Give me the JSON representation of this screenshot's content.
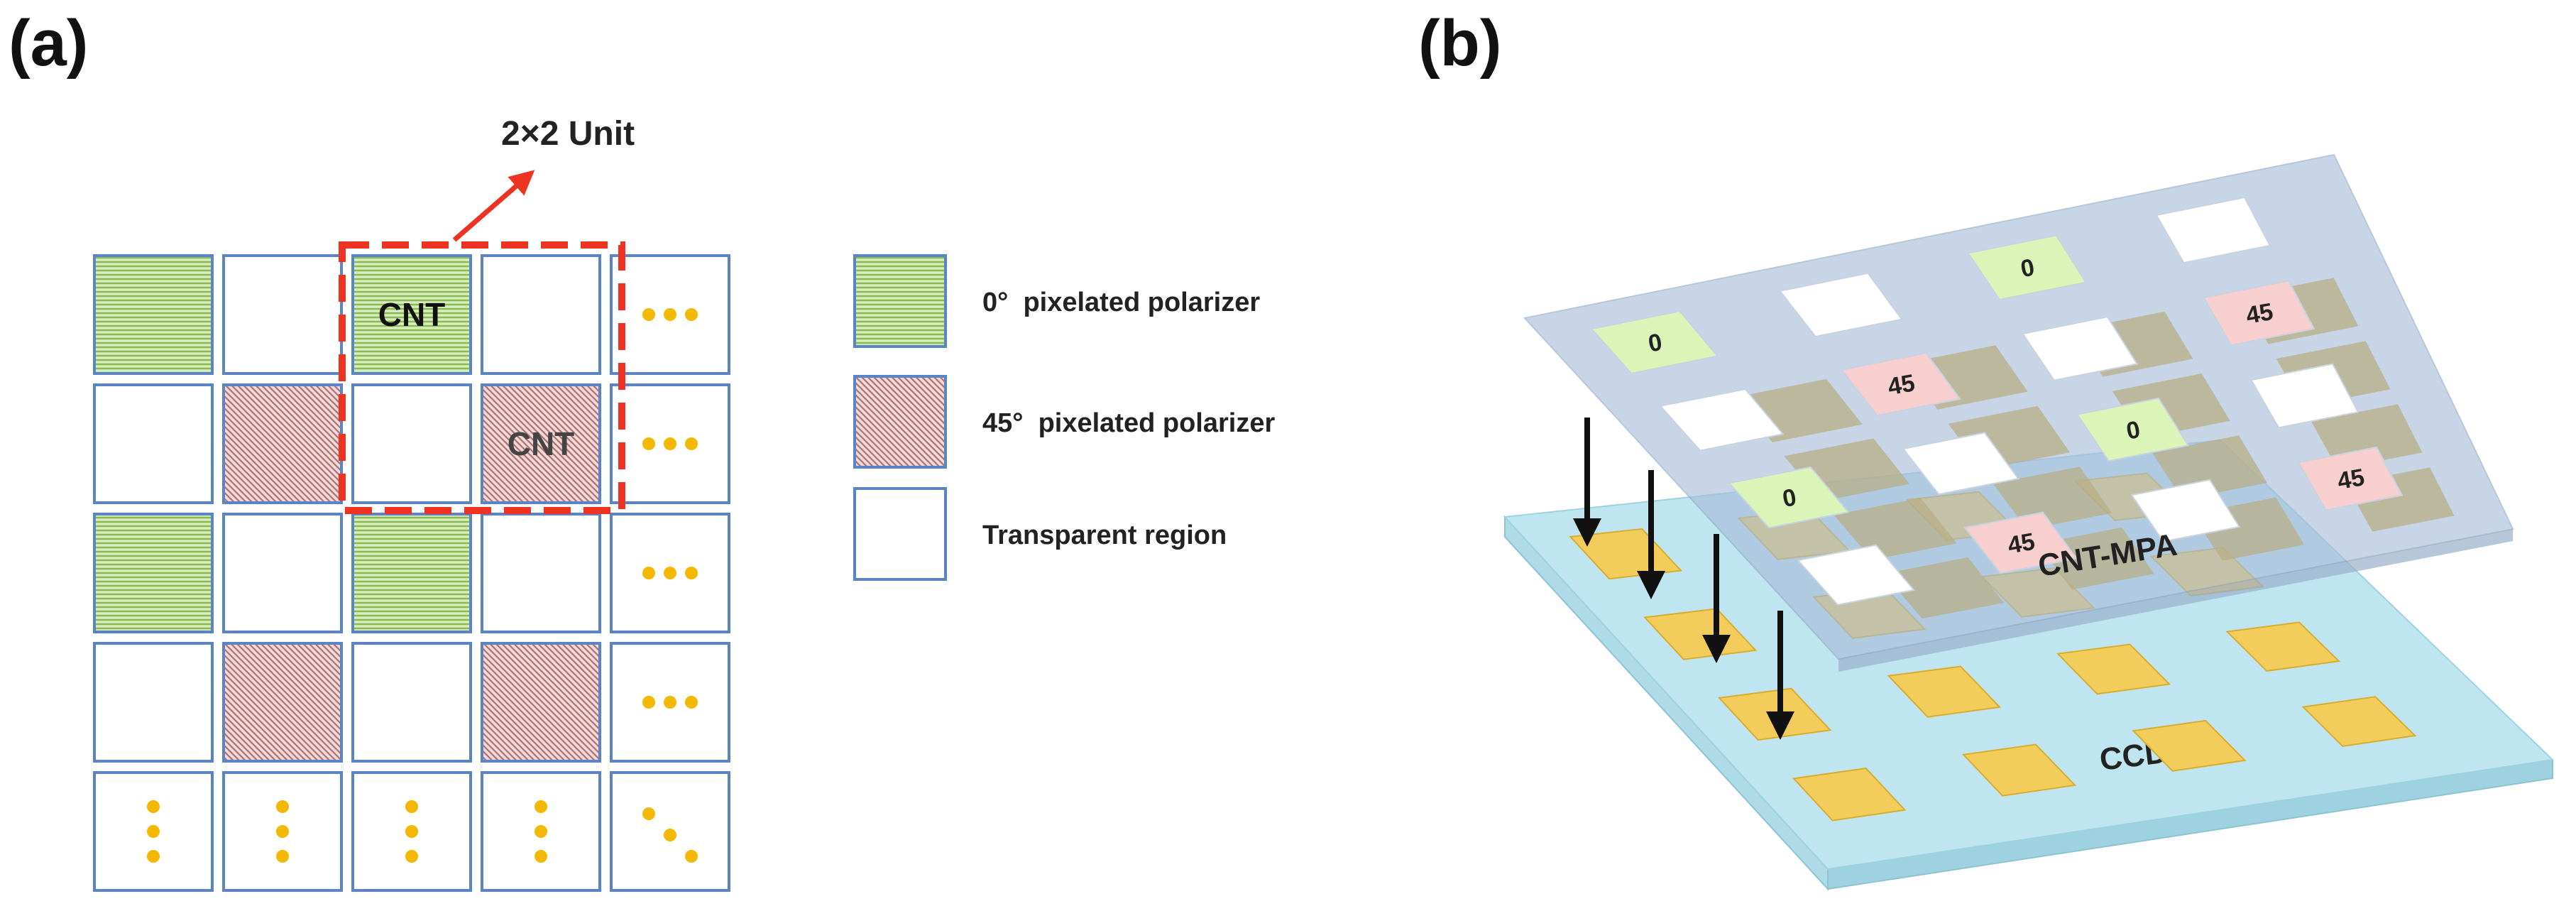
{
  "panels": {
    "a": {
      "label": "(a)"
    },
    "b": {
      "label": "(b)"
    }
  },
  "grid": {
    "unit_label": "2×2 Unit",
    "cell_label": "CNT",
    "ellipsis": "•••"
  },
  "legend": {
    "items": [
      {
        "kind": "zero",
        "label": "0°  pixelated polarizer"
      },
      {
        "kind": "forty_five",
        "label": "45°  pixelated polarizer"
      },
      {
        "kind": "transparent",
        "label": "Transparent region"
      }
    ]
  },
  "device": {
    "tile_zero": "0",
    "tile_45": "45",
    "mpa_label": "CNT-MPA",
    "ccd_label": "CCD"
  },
  "colors": {
    "green_fill": "#d9eebc",
    "green_stripe": "#88bb55",
    "pink_fill": "#f1dada",
    "pink_stripe": "#b07070",
    "cell_border": "#5b84c4",
    "unit_red": "#ee3322",
    "dot_gold": "#f5b800",
    "ccd_top": "#bfe6f0",
    "ccd_side": "#9fd2e0",
    "pad_gold": "#f3cd5c",
    "mpa_fill": "#a7bcd8",
    "tile_green": "#dbf5b8",
    "tile_pink": "#f7cfcf",
    "dark_pad": "#b8ae86"
  }
}
